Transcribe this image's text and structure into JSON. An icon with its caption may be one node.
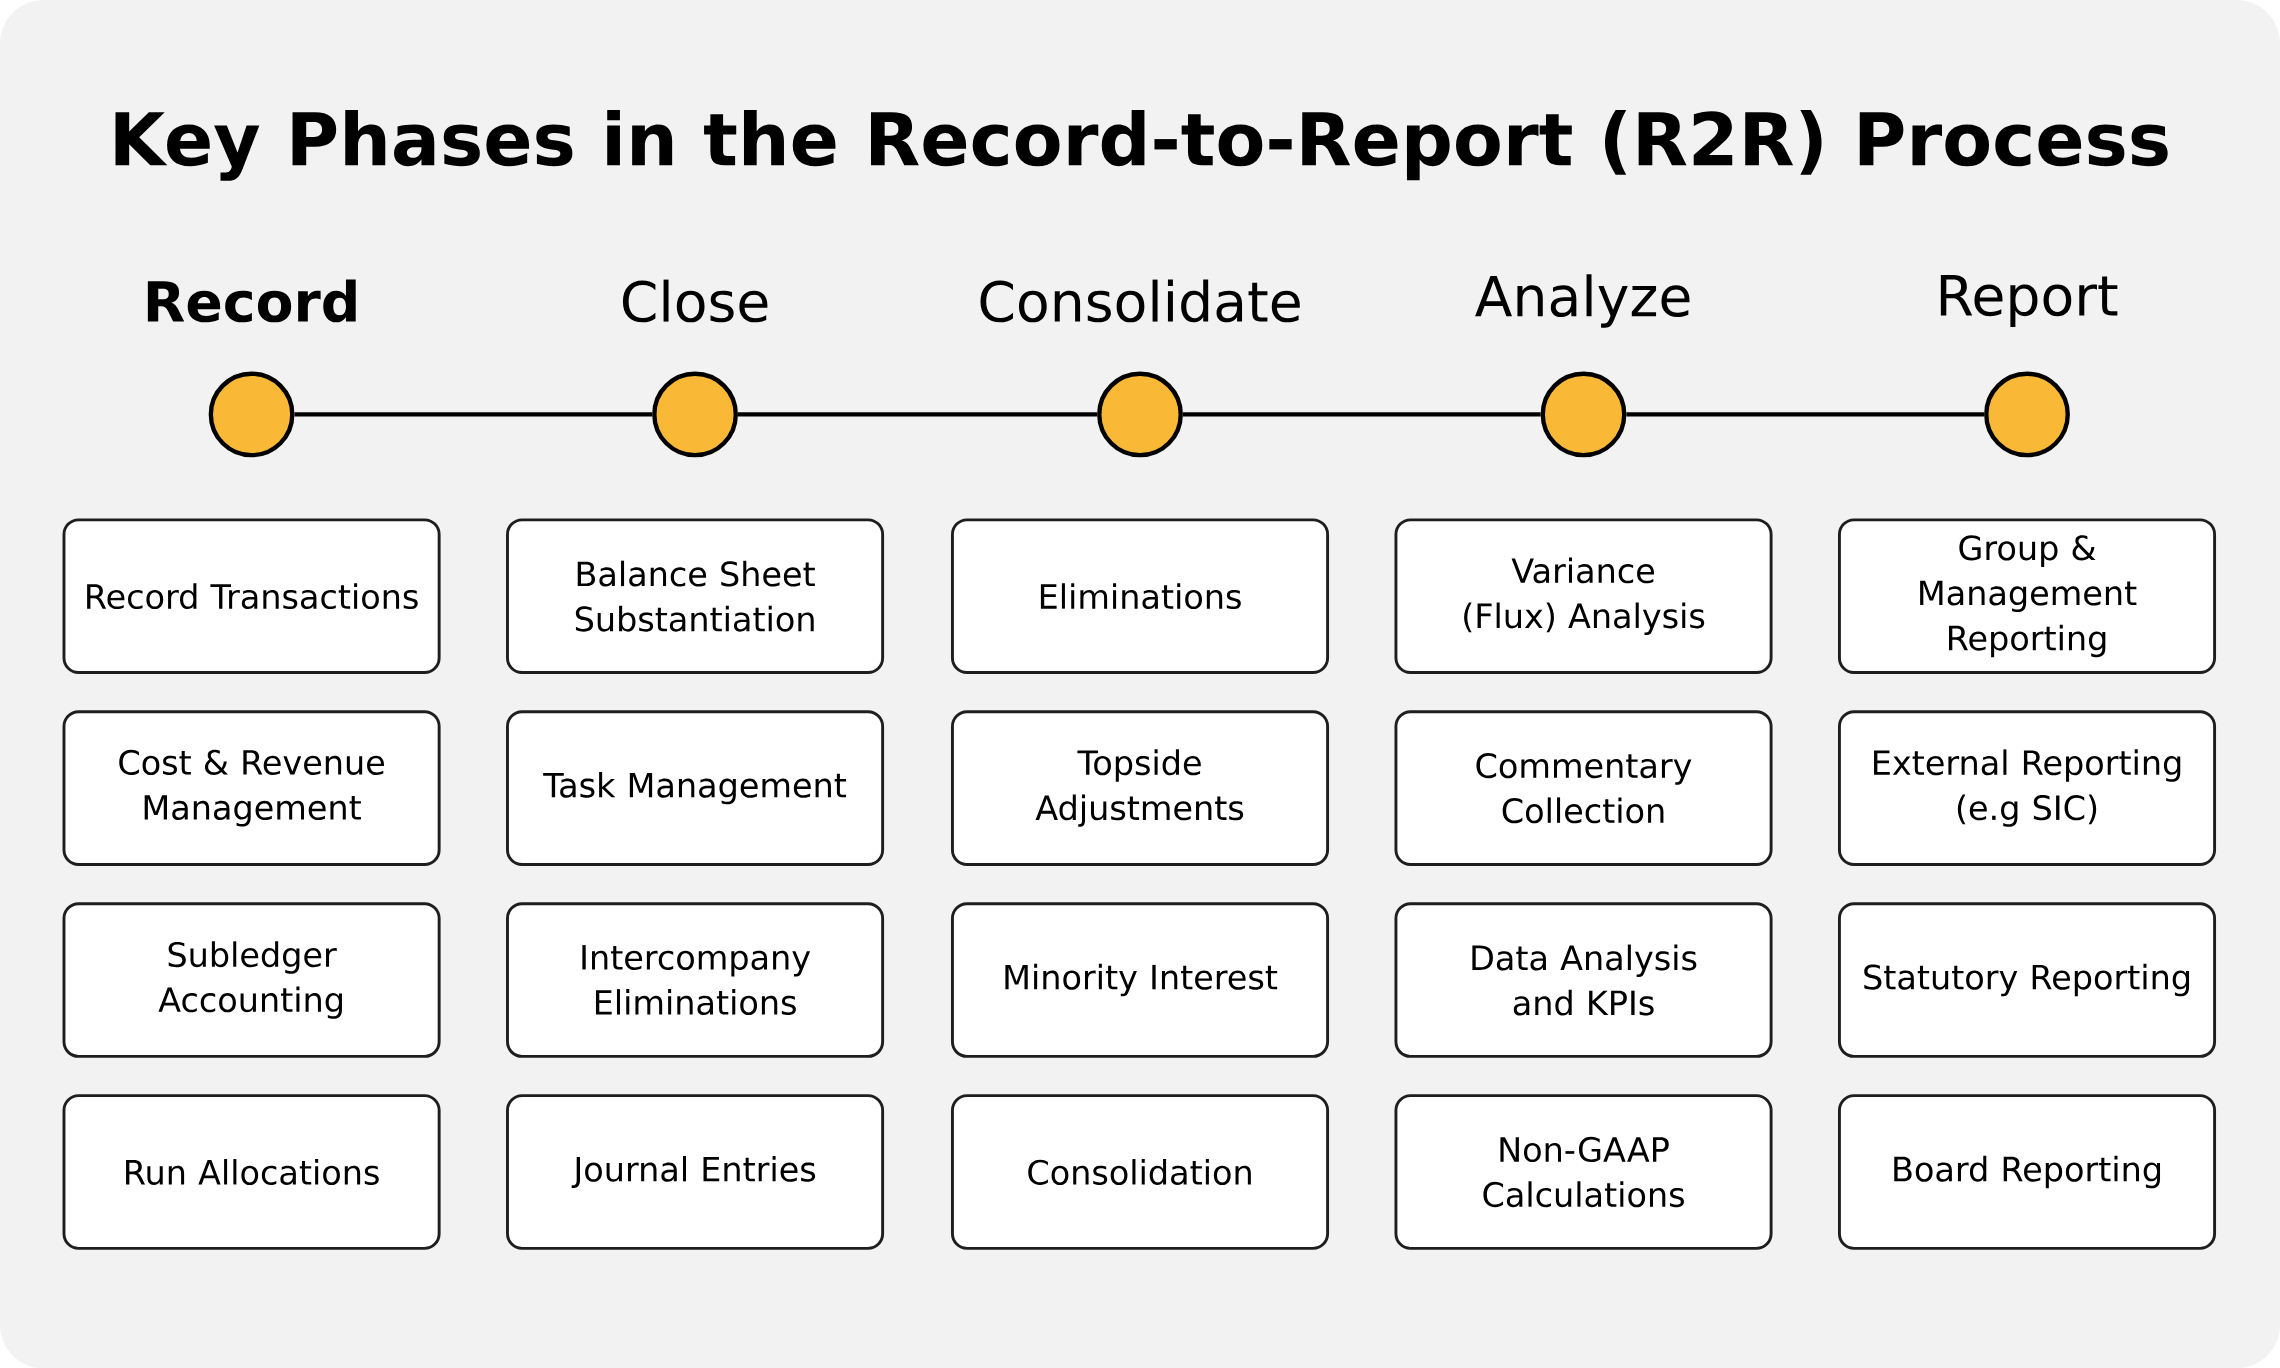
{
  "diagram": {
    "title": "Key Phases in the Record-to-Report (R2R) Process",
    "nodes": [
      {
        "text": [
          "Record"
        ]
      },
      {
        "text": [
          "Close"
        ]
      },
      {
        "text": [
          "Consolidate"
        ]
      },
      {
        "text": [
          "Analyze"
        ]
      },
      {
        "text": [
          "Report"
        ]
      },
      {
        "text": [
          "Record Transactions"
        ]
      },
      {
        "text": [
          "Balance Sheet Substantiation"
        ]
      },
      {
        "text": [
          "Eliminations"
        ]
      },
      {
        "text": [
          "Variance (Flux) Analysis"
        ]
      },
      {
        "text": [
          "Group & Management Reporting"
        ]
      },
      {
        "text": [
          "Cost & Revenue Management"
        ]
      },
      {
        "text": [
          "Task Management"
        ]
      },
      {
        "text": [
          "Topside Adjustments"
        ]
      },
      {
        "text": [
          "Commentary Collection"
        ]
      },
      {
        "text": [
          "External Reporting (e.g SIC)"
        ]
      },
      {
        "text": [
          "Subledger Accounting"
        ]
      },
      {
        "text": [
          "Intercompany Eliminations"
        ]
      },
      {
        "text": [
          "Minority Interest"
        ]
      },
      {
        "text": [
          "Data Analysis and KPIs"
        ]
      },
      {
        "text": [
          "Statutory Reporting"
        ]
      },
      {
        "text": [
          "Run Allocations"
        ]
      },
      {
        "text": [
          "Journal Entries"
        ]
      },
      {
        "text": [
          "Consolidation"
        ]
      },
      {
        "text": [
          "Non-GAAP Calculations"
        ]
      },
      {
        "text": [
          "Board Reporting"
        ]
      }
    ],
    "edges": [
      {
        "from": 0,
        "to": 1,
        "arrow": "none"
      },
      {
        "from": 1,
        "to": 2,
        "arrow": "none"
      },
      {
        "from": 2,
        "to": 3,
        "arrow": "none"
      },
      {
        "from": 3,
        "to": 4,
        "arrow": "none"
      }
    ]
  }
}
